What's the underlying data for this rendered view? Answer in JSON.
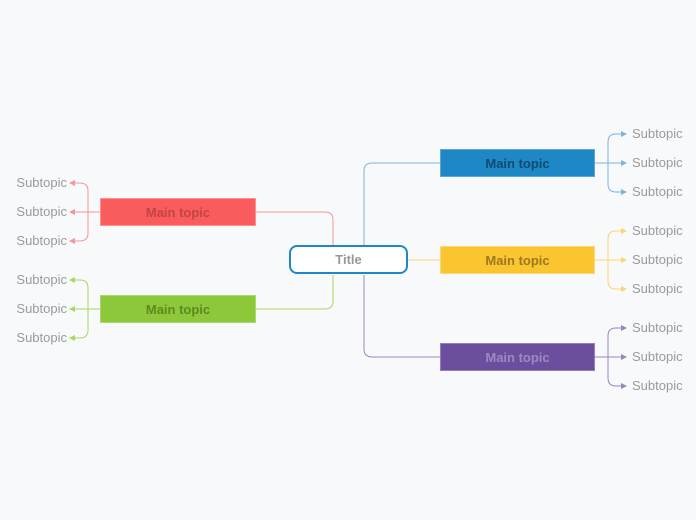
{
  "canvas": {
    "background": "#f8f9fa"
  },
  "styles": {
    "subtopic_text": "#9a9a9a"
  },
  "title": {
    "label": "Title",
    "fill": "#ffffff",
    "border_color": "#1e88c7",
    "text_color": "#999999"
  },
  "branches": [
    {
      "name": "red",
      "side": "left",
      "label": "Main topic",
      "fill": "#fa5b5c",
      "border_color": "#fc9193",
      "text_color": "#c24444",
      "edge_color": "#f59596",
      "subtopics": [
        "Subtopic",
        "Subtopic",
        "Subtopic"
      ]
    },
    {
      "name": "green",
      "side": "left",
      "label": "Main topic",
      "fill": "#8dc73a",
      "border_color": "#abd96b",
      "text_color": "#5d8a1f",
      "edge_color": "#a9d763",
      "subtopics": [
        "Subtopic",
        "Subtopic",
        "Subtopic"
      ]
    },
    {
      "name": "blue",
      "side": "right",
      "label": "Main topic",
      "fill": "#1e88c7",
      "border_color": "#5aa7d4",
      "text_color": "#114a70",
      "edge_color": "#7db4dc",
      "subtopics": [
        "Subtopic",
        "Subtopic",
        "Subtopic"
      ]
    },
    {
      "name": "yellow",
      "side": "right",
      "label": "Main topic",
      "fill": "#fbc530",
      "border_color": "#fcd978",
      "text_color": "#9a7a20",
      "edge_color": "#fbd573",
      "subtopics": [
        "Subtopic",
        "Subtopic",
        "Subtopic"
      ]
    },
    {
      "name": "purple",
      "side": "right",
      "label": "Main topic",
      "fill": "#6b4e9d",
      "border_color": "#927fb9",
      "text_color": "#9c89c2",
      "edge_color": "#9886c1",
      "subtopics": [
        "Subtopic",
        "Subtopic",
        "Subtopic"
      ]
    }
  ]
}
